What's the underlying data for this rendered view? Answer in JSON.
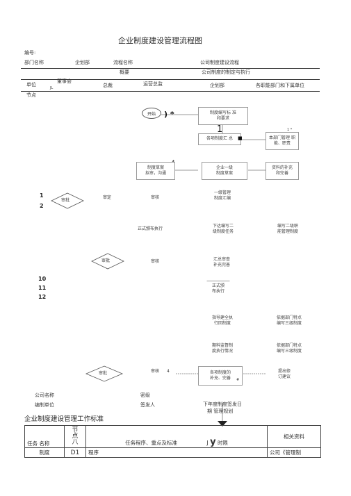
{
  "title": "企业制度建设管理流程图",
  "header": {
    "code_label": "编号:",
    "dept_name_label": "部门名称",
    "dept_name_value": "企划部",
    "process_name_label": "流程名称",
    "process_name_value": "公司制度建设流程",
    "summary_label": "概要",
    "summary_value": "公司制度的制定与执行"
  },
  "columns": {
    "unit_label": "单位",
    "node_label": "节点",
    "board": "董事会",
    "board_mark": "JL",
    "ceo": "总裁",
    "coo": "运营总监",
    "planning": "企划部",
    "depts": "各职能部门和下属单位"
  },
  "flow": {
    "start": "开始",
    "star": ") *",
    "marker_1": "1",
    "marker_4": "4",
    "marker_small": "1 *",
    "dot": "■",
    "boxes": {
      "req_line1": "制度编写标 准",
      "req_line2": "和要求",
      "collect": "各项制度汇 总",
      "dept_line1": "本部门管理 职",
      "dept_line2": "能、职责",
      "draft_line1": "制度草案",
      "draft_line2": "拟审，沟通",
      "summary_line1": "企业一级",
      "summary_line2": "制度草案",
      "supp_line1": "资料的补充",
      "supp_line2": "和完善",
      "l1_line1": "一级管理",
      "l1_line2": "制度汇编",
      "assign_line1": "下达编写二",
      "assign_line2": "级制度任务",
      "write2_line1": "编写二级职",
      "write2_line2": "能管理制度",
      "review_line1": "汇总审查",
      "review_line2": "补充完善",
      "issue_line1": "正式颁",
      "issue_line2": "布执行",
      "guide_line1": "指导建全执",
      "guide_line2": "行回制度",
      "write3_line1": "依据部门特点",
      "write3_line2": "编写三级制度",
      "monitor_line1": "期料监督制",
      "monitor_line2": "度执行情况",
      "write3b_line1": "依据部门特点",
      "write3b_line2": "编写三级制度",
      "improve_line1": "各项制度的",
      "improve_line2": "补充、完善",
      "suggest_line1": "提出修",
      "suggest_line2": "订建议"
    },
    "approve_1": "审批",
    "approve_2": "审批",
    "approve_3": "审批",
    "review_ceo_1": "审定",
    "review_coo_1": "审核",
    "issue_coo": "正式颁布执行",
    "review_coo_2": "审核",
    "review_coo_3": "审核",
    "marker_4b": "4",
    "marker_hash": "#",
    "node_1": "1",
    "node_2": "2",
    "node_10": "10",
    "node_11": "11",
    "node_12": "12"
  },
  "footer": {
    "company_label": "公司名称",
    "secret_label": "密级",
    "compiler_label": "编制单位",
    "signer_label": "签发人",
    "plan_line1": "下年度制度签发日",
    "plan_line2": "期  管理规划"
  },
  "standard": {
    "title": "企业制度建设管理工作标准",
    "head_task": "任务",
    "head_name": "名称",
    "head_node_top": "节",
    "head_node_mid": "点",
    "head_node_bottom": "八",
    "head_procedure": "任务程序、重点及标准",
    "head_j": "J",
    "head_y": "y",
    "head_time": "时限",
    "head_ref": "相关资料",
    "row1_task": "制度",
    "row1_node": "D1",
    "row1_proc": "程序",
    "row1_ref": "公司《管理制"
  }
}
